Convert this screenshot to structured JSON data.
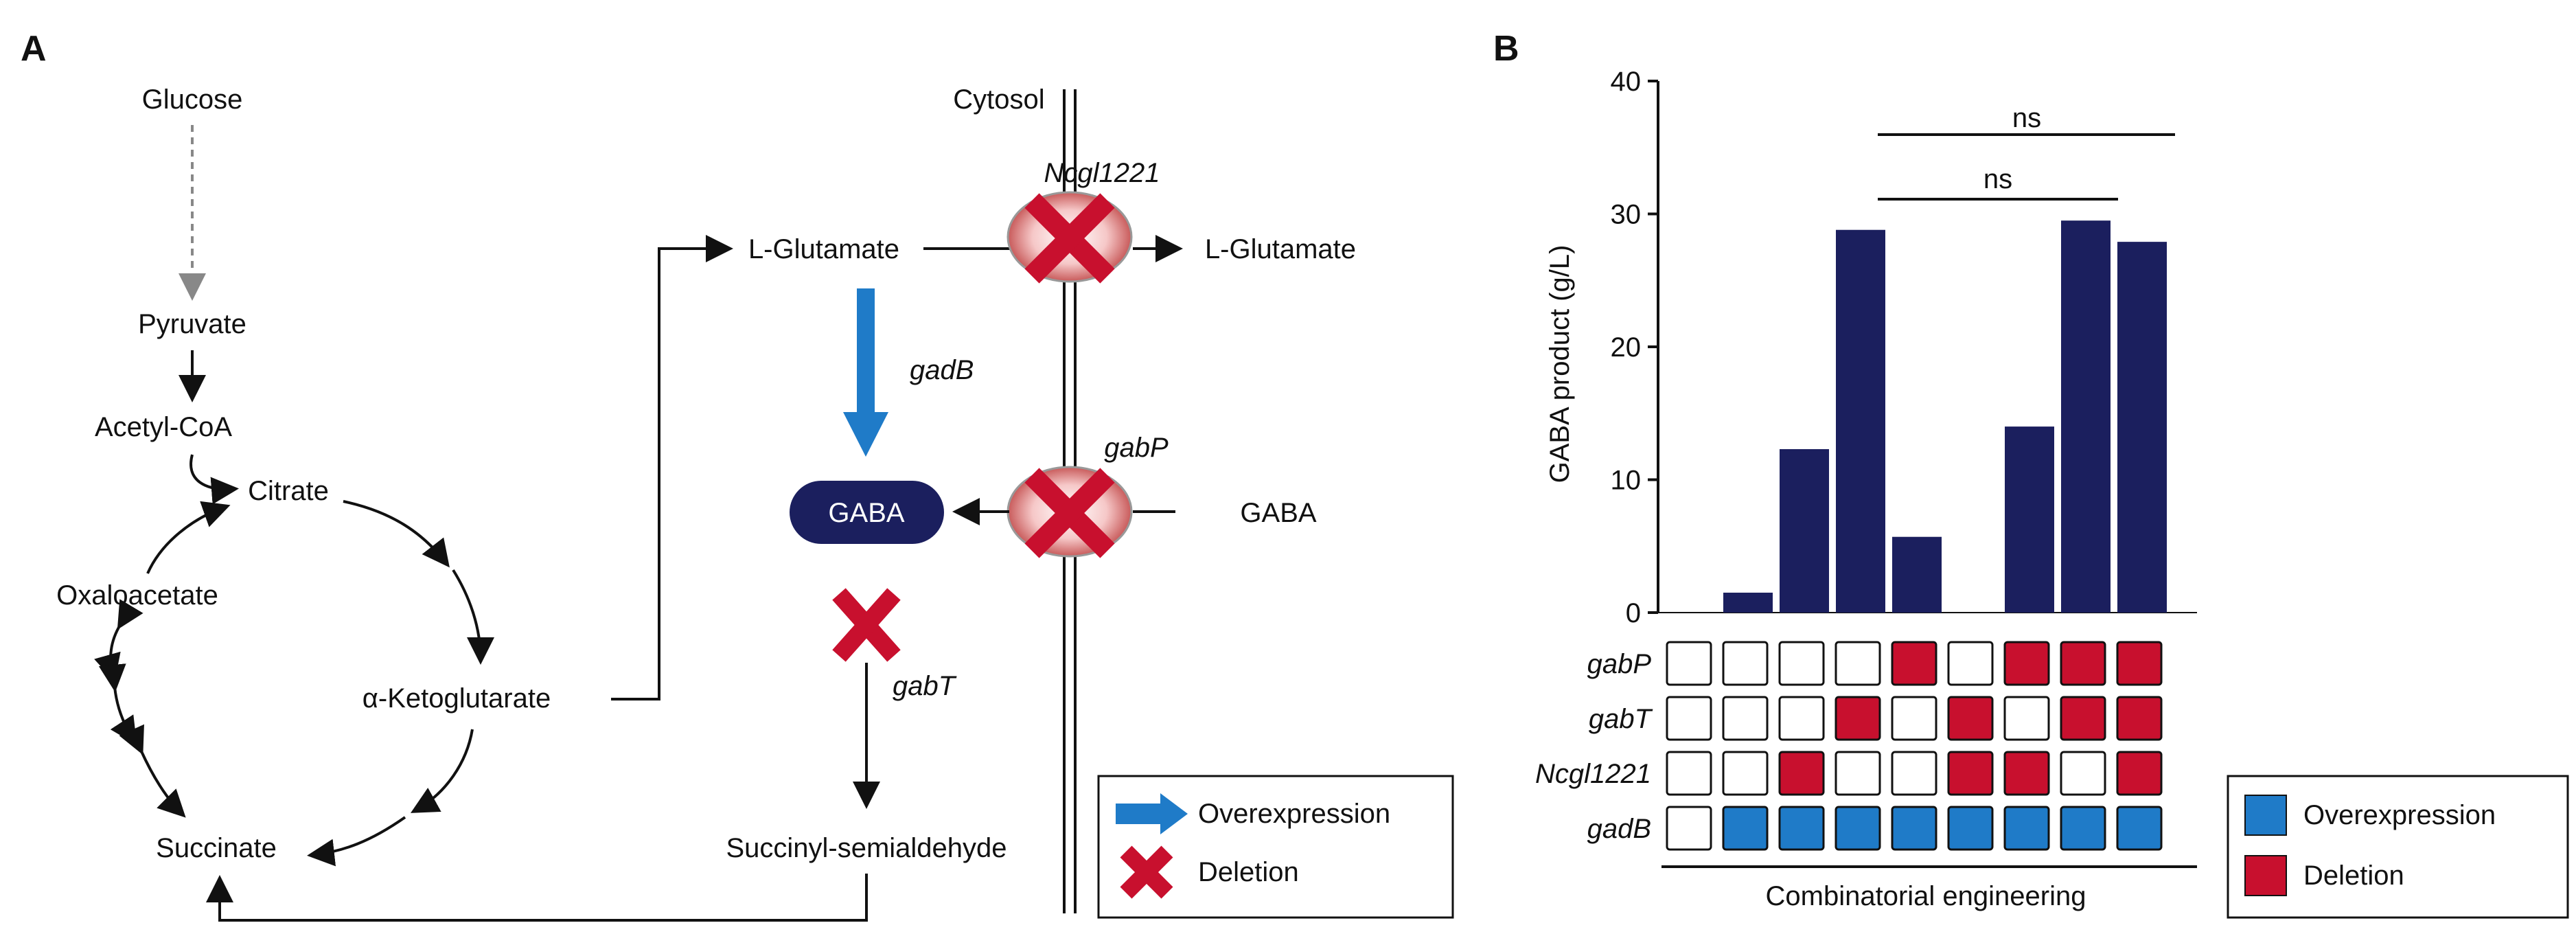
{
  "panel_a": {
    "label": "A",
    "cytosol": "Cytosol",
    "metabolites": {
      "glucose": "Glucose",
      "pyruvate": "Pyruvate",
      "acetyl_coa": "Acetyl-CoA",
      "citrate": "Citrate",
      "oxaloacetate": "Oxaloacetate",
      "akg": "α-Ketoglutarate",
      "succinate": "Succinate",
      "glutamate_in": "L-Glutamate",
      "glutamate_out": "L-Glutamate",
      "gaba_in": "GABA",
      "gaba_out": "GABA",
      "ssa": "Succinyl-semialdehyde"
    },
    "genes": {
      "ncgl1221": "Ncgl1221",
      "gadb": "gadB",
      "gabp": "gabP",
      "gabt": "gabT"
    },
    "legend": {
      "overexpression": "Overexpression",
      "deletion": "Deletion"
    }
  },
  "panel_b": {
    "label": "B",
    "ylabel": "GABA product (g/L)",
    "yticks": [
      "0",
      "10",
      "20",
      "30",
      "40"
    ],
    "sig_label_1": "ns",
    "sig_label_2": "ns",
    "xlabel": "Combinatorial engineering",
    "row_labels": [
      "gabP",
      "gabT",
      "Ncgl1221",
      "gadB"
    ],
    "legend": {
      "overexpression": "Overexpression",
      "deletion": "Deletion"
    }
  },
  "colors": {
    "bar": "#1b1f5e",
    "overexpression": "#1f7bc8",
    "deletion": "#c8102e",
    "gaba_node": "#1b1f5e",
    "arrow_blue": "#1f7bc8"
  },
  "chart_data": {
    "type": "bar",
    "ylabel": "GABA product (g/L)",
    "xlabel": "Combinatorial engineering",
    "ylim": [
      0,
      40
    ],
    "values": [
      0,
      1.5,
      12.3,
      28.8,
      5.7,
      0,
      14.0,
      29.5,
      27.9
    ],
    "genotype_matrix": {
      "gabP": [
        "none",
        "none",
        "none",
        "none",
        "deletion",
        "none",
        "deletion",
        "deletion",
        "deletion"
      ],
      "gabT": [
        "none",
        "none",
        "none",
        "deletion",
        "none",
        "deletion",
        "none",
        "deletion",
        "deletion"
      ],
      "Ncgl1221": [
        "none",
        "none",
        "deletion",
        "none",
        "none",
        "deletion",
        "deletion",
        "none",
        "deletion"
      ],
      "gadB": [
        "none",
        "overexpression",
        "overexpression",
        "overexpression",
        "overexpression",
        "overexpression",
        "overexpression",
        "overexpression",
        "overexpression"
      ]
    },
    "significance": [
      {
        "from": 3,
        "to": 8,
        "label": "ns"
      },
      {
        "from": 3,
        "to": 7,
        "label": "ns"
      }
    ],
    "grid": false
  }
}
